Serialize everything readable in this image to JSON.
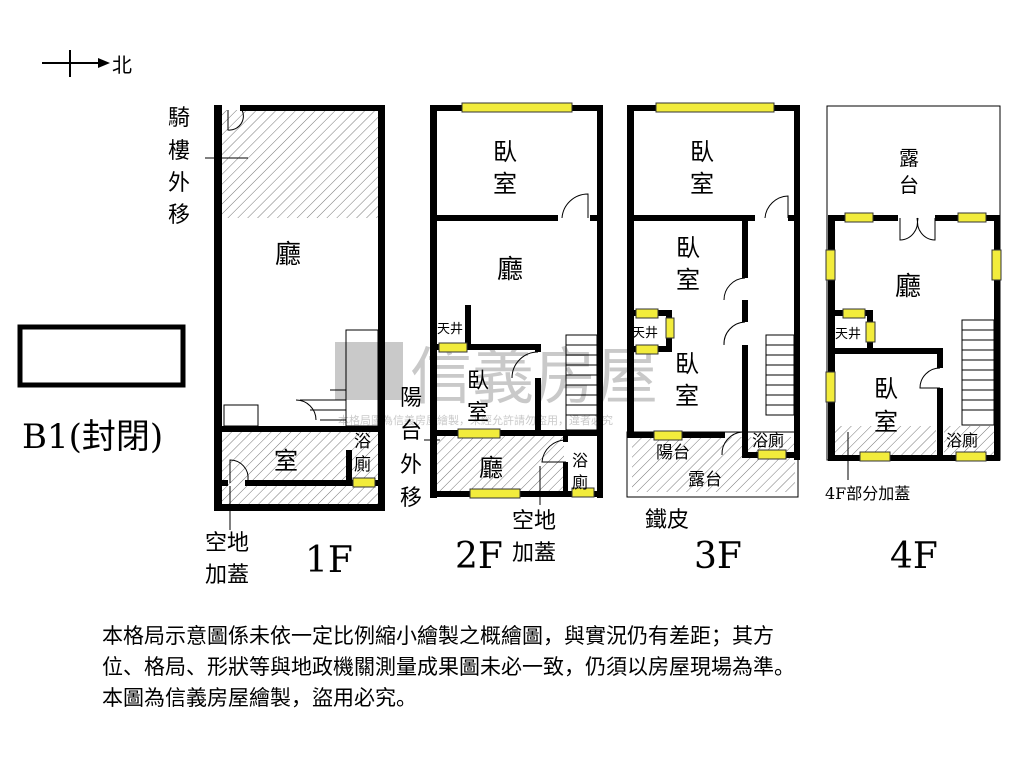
{
  "compass": {
    "north_label": "北"
  },
  "watermark": {
    "logo_text": "信義房屋",
    "notice": "本格局圖為信義房屋繪製，未經允許請勿盜用，違者必究"
  },
  "b1": {
    "label": "B1(封閉)"
  },
  "floor_1f": {
    "label": "1F",
    "arcade_note": [
      "騎",
      "樓",
      "外",
      "移"
    ],
    "hall": "廳",
    "room": "室",
    "bath": [
      "浴",
      "廁"
    ],
    "yard_note": [
      "空地",
      "加蓋"
    ]
  },
  "floor_2f": {
    "label": "2F",
    "bedroom": [
      "臥",
      "室"
    ],
    "hall": "廳",
    "lightwell": "天井",
    "bedroom2": [
      "臥",
      "室"
    ],
    "hall2": "廳",
    "bath": [
      "浴",
      "廁"
    ],
    "balcony_note": [
      "陽",
      "台",
      "外",
      "移"
    ],
    "yard_note": [
      "空地",
      "加蓋"
    ]
  },
  "floor_3f": {
    "label": "3F",
    "bedroom1": [
      "臥",
      "室"
    ],
    "bedroom2": [
      "臥",
      "室"
    ],
    "bedroom3": [
      "臥",
      "室"
    ],
    "lightwell": "天井",
    "balcony": "陽台",
    "terrace": "露台",
    "bath": "浴廁",
    "iron_note": "鐵皮"
  },
  "floor_4f": {
    "label": "4F",
    "terrace": [
      "露",
      "台"
    ],
    "hall": "廳",
    "lightwell": "天井",
    "bedroom": [
      "臥",
      "室"
    ],
    "bath": "浴廁",
    "addition_note": "4F部分加蓋"
  },
  "disclaimer": [
    "本格局示意圖係未依一定比例縮小繪製之概繪圖，與實況仍有差距；其方",
    "位、格局、形狀等與地政機關測量成果圖未必一致，仍須以房屋現場為準。",
    "本圖為信義房屋繪製，盜用必究。"
  ],
  "colors": {
    "wall": "#000000",
    "window": "#f2ec3c",
    "watermark": "#bdbdbd"
  }
}
